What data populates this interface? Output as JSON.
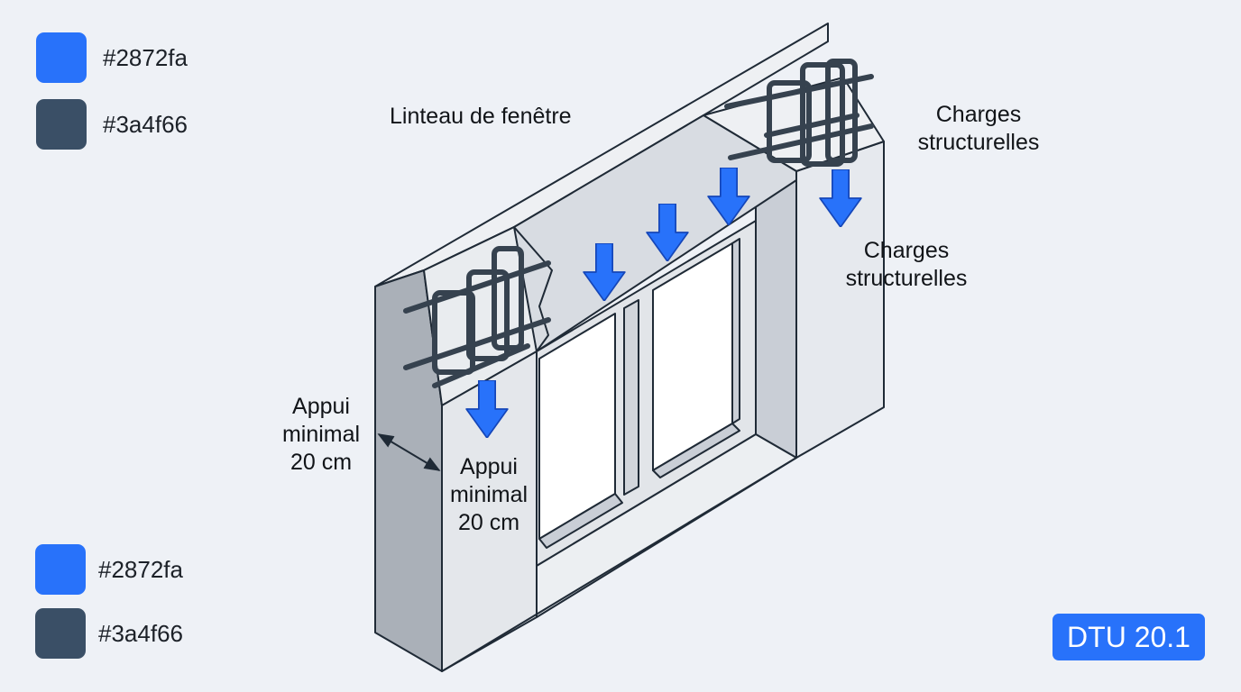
{
  "colors": {
    "accent": "#2872fa",
    "dark": "#3a4f66"
  },
  "legend": {
    "top": [
      {
        "color": "#2872fa",
        "label": "#2872fa"
      },
      {
        "color": "#3a4f66",
        "label": "#3a4f66"
      }
    ],
    "bottom": [
      {
        "color": "#2872fa",
        "label": "#2872fa"
      },
      {
        "color": "#3a4f66",
        "label": "#3a4f66"
      }
    ]
  },
  "labels": {
    "lintel": "Linteau de fenêtre",
    "loads_top_1": "Charges",
    "loads_top_2": "structurelles",
    "loads_mid_1": "Charges",
    "loads_mid_2": "structurelles",
    "support_outer_1": "Appui",
    "support_outer_2": "minimal",
    "support_outer_3": "20 cm",
    "support_inner_1": "Appui",
    "support_inner_2": "minimal",
    "support_inner_3": "20 cm"
  },
  "badge": {
    "text": "DTU 20.1",
    "color": "#2872fa"
  }
}
